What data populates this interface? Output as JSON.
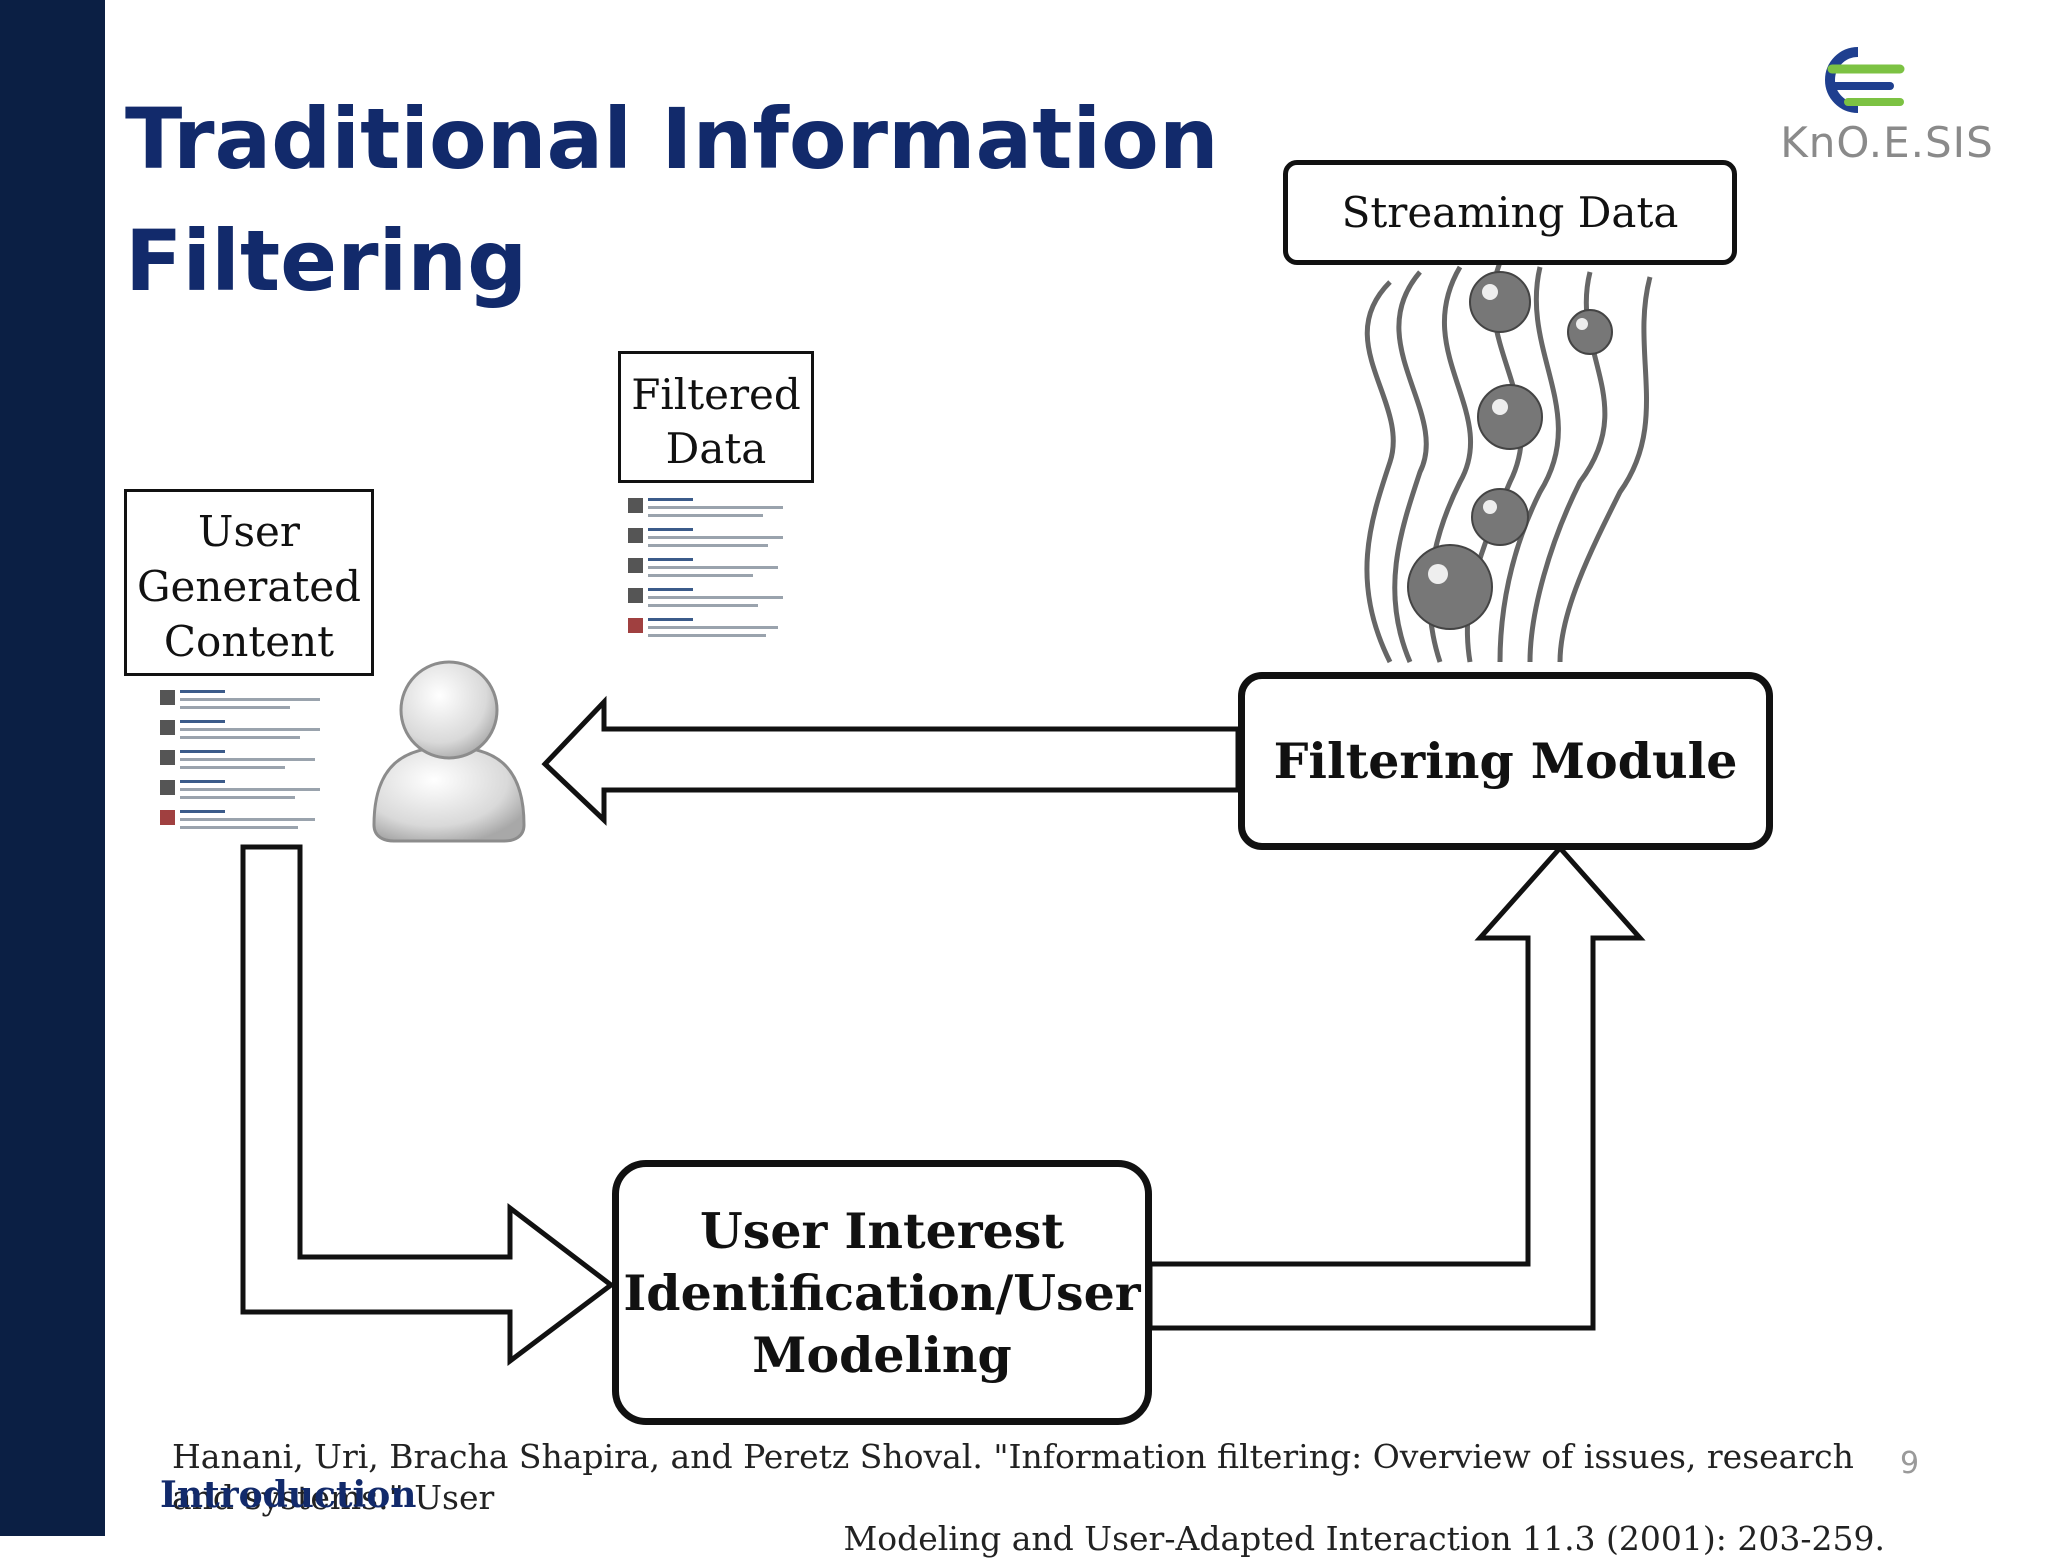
{
  "slide": {
    "title_lines": [
      "Traditional Information",
      "Filtering"
    ],
    "section": "Introduction",
    "page_number": "9",
    "logo_text": "KnO.E.SIS"
  },
  "diagram": {
    "streaming_data": "Streaming Data",
    "filtered_data": [
      "Filtered",
      "Data"
    ],
    "user_generated_content": [
      "User",
      "Generated",
      "Content"
    ],
    "filtering_module": "Filtering Module",
    "user_modeling": [
      "User Interest",
      "Identification/User",
      "Modeling"
    ]
  },
  "citation": [
    "Hanani, Uri, Bracha Shapira, and Peretz Shoval. \"Information filtering: Overview of issues, research and systems.\" User",
    "Modeling and User-Adapted Interaction 11.3 (2001): 203-259."
  ],
  "colors": {
    "sidebar": "#0b1f44",
    "title": "#122a6b",
    "logo_blue": "#1f3f8f",
    "logo_green": "#7cc243"
  }
}
